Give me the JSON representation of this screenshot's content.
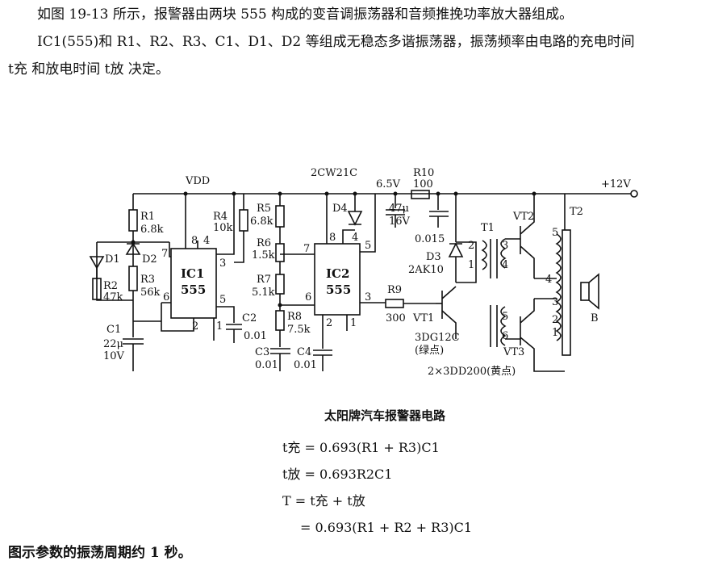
{
  "text": {
    "para1": "如图 19-13 所示，报警器由两块 555 构成的变音调振荡器和音频推挽功率放大器组成。",
    "para2": "IC1(555)和 R1、R2、R3、C1、D1、D2 等组成无稳态多谐振荡器，振荡频率由电路的充电时间",
    "para3": "t充 和放电时间 t放 决定。",
    "caption": "太阳牌汽车报警器电路",
    "conclusion": "图示参数的振荡周期约 1 秒。"
  },
  "formulas": {
    "f1": "t充 = 0.693(R1 + R3)C1",
    "f2": "t放 = 0.693R2C1",
    "f3": "T = t充 + t放",
    "f4": "= 0.693(R1 + R2 + R3)C1"
  },
  "circuit": {
    "vdd": "VDD",
    "zener": "2CW21C",
    "v65": "6.5V",
    "r10": "R10",
    "r10v": "100",
    "v12": "+12V",
    "r1": "R1",
    "r1v": "6.8k",
    "r2": "R2",
    "r2v": "47k",
    "r3": "R3",
    "r3v": "56k",
    "r4": "R4",
    "r4v": "10k",
    "r5": "R5",
    "r5v": "6.8k",
    "r6": "R6",
    "r6v": "1.5k",
    "r7": "R7",
    "r7v": "5.1k",
    "r8": "R8",
    "r8v": "7.5k",
    "r9": "R9",
    "r9v": "300",
    "d1": "D1",
    "d2": "D2",
    "d3": "D3",
    "d3v": "2AK10",
    "d4": "D4",
    "c1": "C1",
    "c1v1": "22μ",
    "c1v2": "10V",
    "c2": "C2",
    "c2v": "0.01",
    "c3": "C3",
    "c3v": "0.01",
    "c4": "C4",
    "c4v": "0.01",
    "c47": "47μ",
    "c47v": "16V",
    "c015": "0.015",
    "ic1": "IC1",
    "ic2": "IC2",
    "chip": "555",
    "vt1": "VT1",
    "vt1v": "3DG12C",
    "vt1n": "(绿点)",
    "vt2": "VT2",
    "vt3": "VT3",
    "vt23": "2×3DD200(黄点)",
    "t1": "T1",
    "t2": "T2",
    "b": "B",
    "p1": "1",
    "p2": "2",
    "p3": "3",
    "p4": "4",
    "p5": "5",
    "p6": "6",
    "p7": "7",
    "p8": "8"
  }
}
